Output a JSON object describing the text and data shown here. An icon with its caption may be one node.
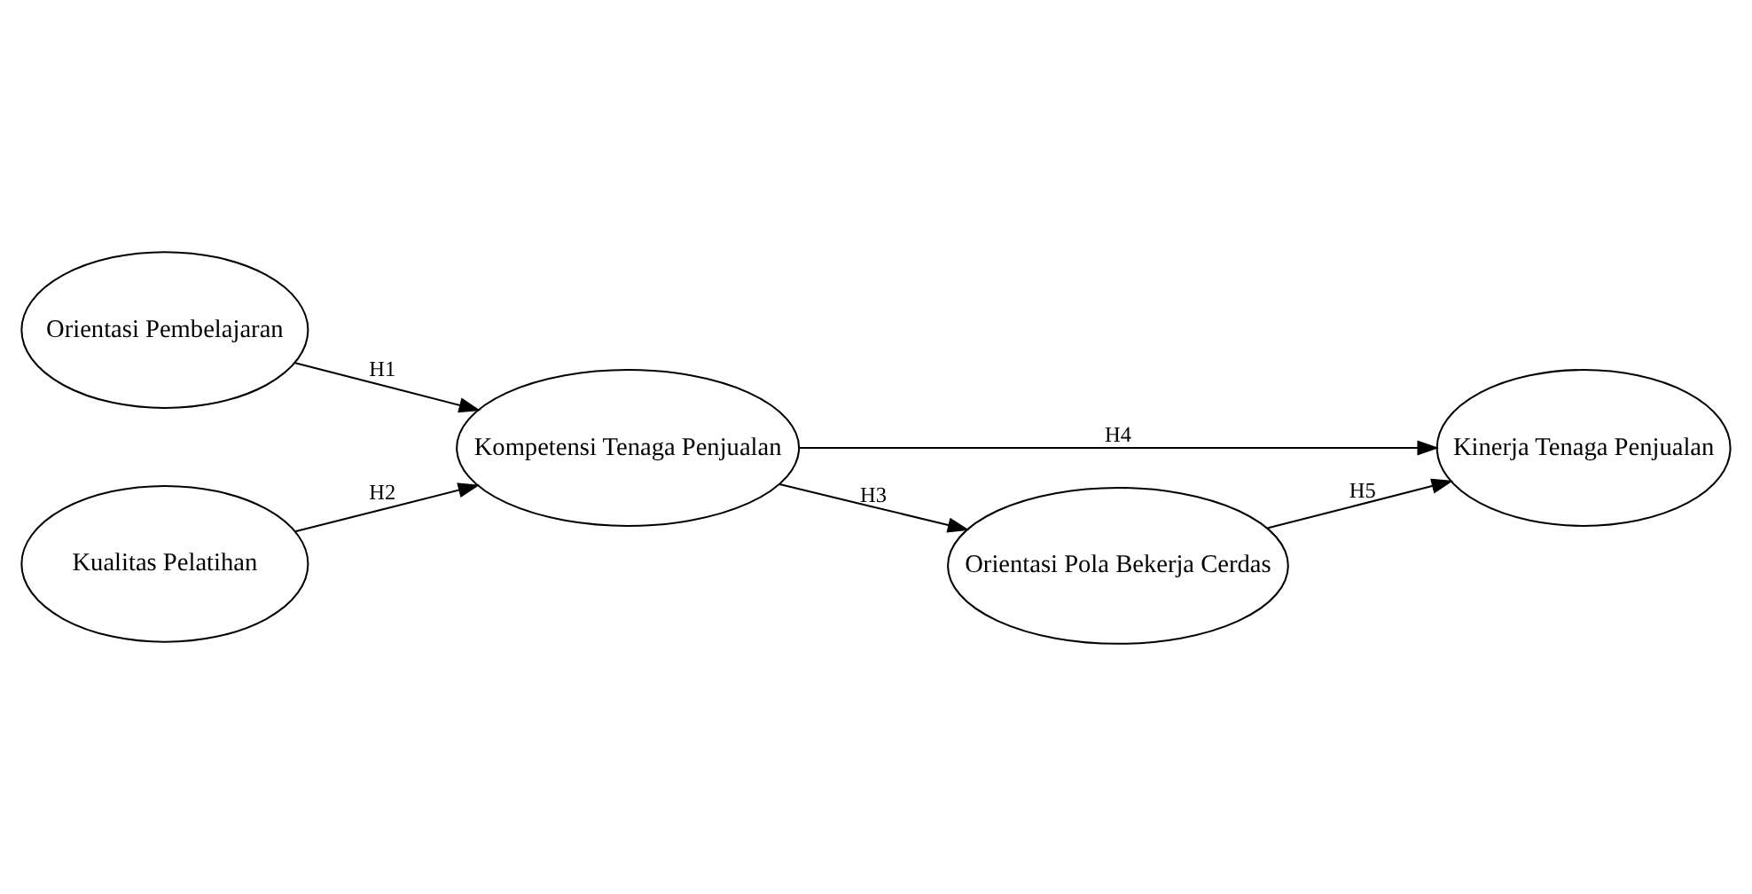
{
  "diagram": {
    "nodes": [
      {
        "text": [
          "Orientasi Pembelajaran"
        ]
      },
      {
        "text": [
          "Kompetensi Tenaga Penjualan"
        ]
      },
      {
        "text": [
          "Kinerja Tenaga Penjualan"
        ]
      },
      {
        "text": [
          "Kualitas Pelatihan"
        ]
      },
      {
        "text": [
          "Orientasi Pola Bekerja Cerdas"
        ]
      }
    ],
    "edges": [
      {
        "from": 0,
        "to": 1,
        "arrow": "to",
        "label": "H1"
      },
      {
        "from": 3,
        "to": 1,
        "arrow": "to",
        "label": "H2"
      },
      {
        "from": 1,
        "to": 4,
        "arrow": "to",
        "label": "H3"
      },
      {
        "from": 1,
        "to": 2,
        "arrow": "to",
        "label": "H4"
      },
      {
        "from": 4,
        "to": 2,
        "arrow": "to",
        "label": "H5"
      }
    ]
  }
}
